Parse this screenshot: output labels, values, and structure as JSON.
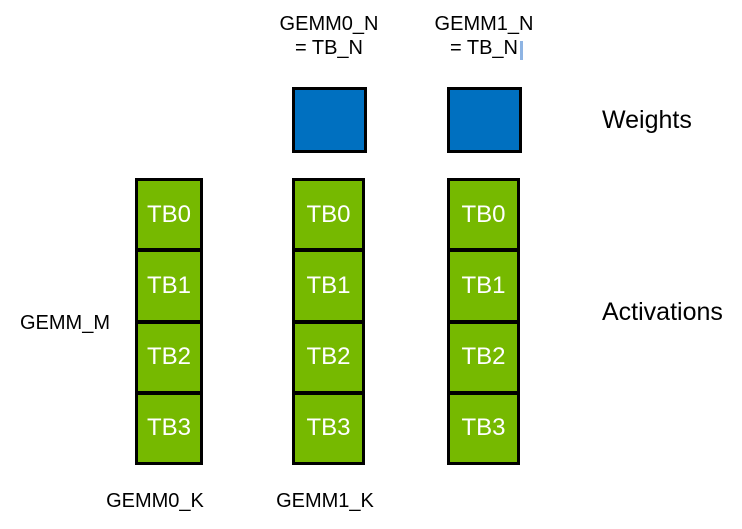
{
  "diagram": {
    "colors": {
      "activation_green": "#76b900",
      "weight_blue": "#0070c0",
      "outline": "#000000",
      "label_text": "#000000",
      "block_text": "#ffffff",
      "caret_blue": "#8eb4e3"
    },
    "top_labels": [
      {
        "line1": "GEMM0_N",
        "line2": "= TB_N"
      },
      {
        "line1": "GEMM1_N",
        "line2": "= TB_N"
      }
    ],
    "legend": {
      "weights_label": "Weights",
      "activations_label": "Activations"
    },
    "row_label": "GEMM_M",
    "bottom_labels": [
      "GEMM0_K",
      "GEMM1_K"
    ],
    "columns": [
      {
        "blocks": [
          "TB0",
          "TB1",
          "TB2",
          "TB3"
        ]
      },
      {
        "blocks": [
          "TB0",
          "TB1",
          "TB2",
          "TB3"
        ]
      },
      {
        "blocks": [
          "TB0",
          "TB1",
          "TB2",
          "TB3"
        ]
      }
    ]
  }
}
